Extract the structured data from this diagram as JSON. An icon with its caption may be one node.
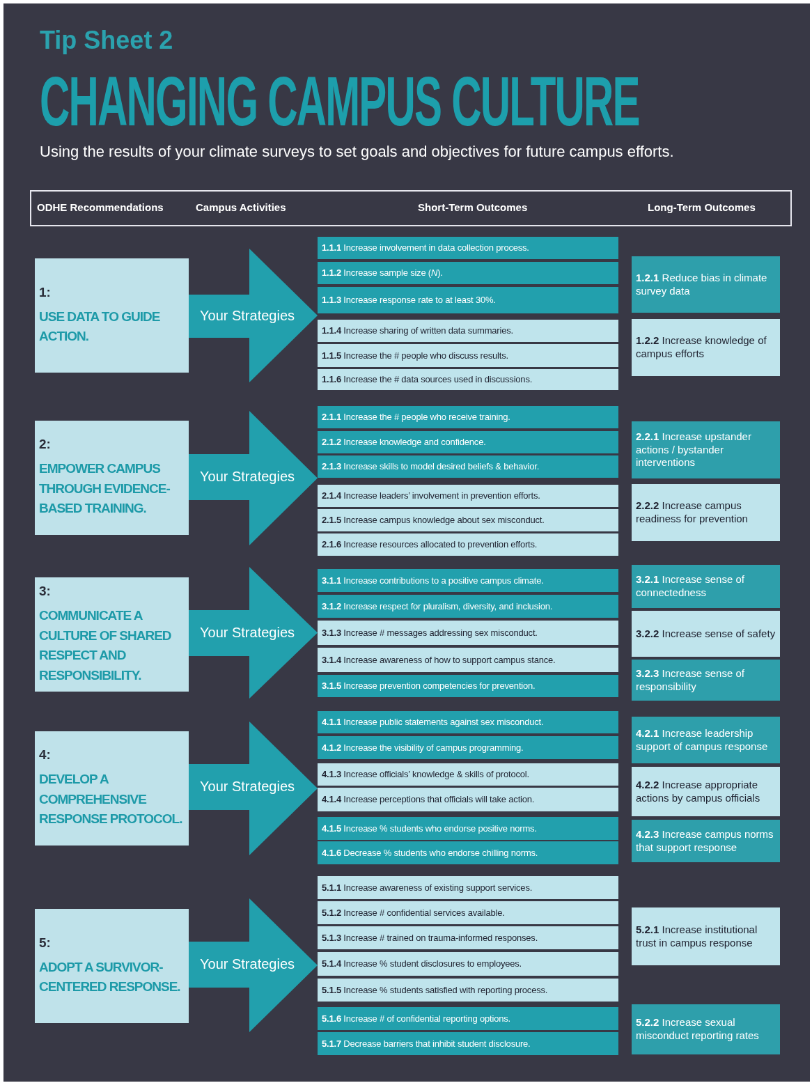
{
  "diagram": {
    "title": "CHANGING CAMPUS CULTURE",
    "nodes": [
      {
        "text": [
          "ODHE Recommendations",
          "Campus Activities",
          "Short-Term Outcomes",
          "Long-Term Outcomes"
        ]
      },
      {
        "text": [
          "1:",
          "USE DATA TO GUIDE ACTION."
        ]
      },
      {
        "text": [
          "Your Strategies"
        ]
      },
      {
        "text": [
          "**1.1.1** Increase involvement in data collection process."
        ]
      },
      {
        "text": [
          "**1.1.2** Increase sample size (*N*)."
        ]
      },
      {
        "text": [
          "**1.1.3** Increase response rate to at least 30%."
        ]
      },
      {
        "text": [
          "**1.1.4** Increase sharing of written data summaries."
        ]
      },
      {
        "text": [
          "**1.1.5** Increase the # people who discuss results."
        ]
      },
      {
        "text": [
          "**1.1.6** Increase the # data sources used in discussions."
        ]
      },
      {
        "text": [
          "**1.2.1** Reduce bias in climate survey data"
        ]
      },
      {
        "text": [
          "**1.2.2** Increase knowledge of campus efforts"
        ]
      },
      {
        "text": [
          "2:",
          "EMPOWER CAMPUS THROUGH EVIDENCE-BASED TRAINING."
        ]
      },
      {
        "text": [
          "Your Strategies"
        ]
      },
      {
        "text": [
          "**2.1.1** Increase the # people who receive training."
        ]
      },
      {
        "text": [
          "**2.1.2** Increase knowledge and confidence."
        ]
      },
      {
        "text": [
          "**2.1.3** Increase skills to model desired beliefs & behavior."
        ]
      },
      {
        "text": [
          "**2.1.4** Increase leaders’ involvement in prevention efforts."
        ]
      },
      {
        "text": [
          "**2.1.5** Increase campus knowledge about sex misconduct."
        ]
      },
      {
        "text": [
          "**2.1.6** Increase resources allocated to prevention efforts."
        ]
      },
      {
        "text": [
          "**2.2.1** Increase upstander actions / bystander interventions"
        ]
      },
      {
        "text": [
          "**2.2.2** Increase campus readiness for prevention"
        ]
      },
      {
        "text": [
          "3:",
          "COMMUNICATE A CULTURE OF SHARED RESPECT AND RESPONSIBILITY."
        ]
      },
      {
        "text": [
          "Your Strategies"
        ]
      },
      {
        "text": [
          "**3.1.1** Increase contributions to a positive campus climate."
        ]
      },
      {
        "text": [
          "**3.1.2** Increase respect for pluralism, diversity, and inclusion."
        ]
      },
      {
        "text": [
          "**3.1.3** Increase # messages addressing sex misconduct."
        ]
      },
      {
        "text": [
          "**3.1.4** Increase awareness of how to support campus stance."
        ]
      },
      {
        "text": [
          "**3.1.5** Increase prevention competencies for prevention."
        ]
      },
      {
        "text": [
          "**3.2.1** Increase sense of connectedness"
        ]
      },
      {
        "text": [
          "**3.2.2** Increase sense of safety"
        ]
      },
      {
        "text": [
          "**3.2.3** Increase sense of responsibility"
        ]
      },
      {
        "text": [
          "4:",
          "DEVELOP A COMPREHENSIVE RESPONSE PROTOCOL."
        ]
      },
      {
        "text": [
          "Your Strategies"
        ]
      },
      {
        "text": [
          "**4.1.1** Increase public statements against sex misconduct."
        ]
      },
      {
        "text": [
          "**4.1.2** Increase the visibility of campus programming."
        ]
      },
      {
        "text": [
          "**4.1.3** Increase officials’ knowledge & skills of protocol."
        ]
      },
      {
        "text": [
          "**4.1.4** Increase perceptions that officials will take action."
        ]
      },
      {
        "text": [
          "**4.1.5** Increase % students who endorse positive norms."
        ]
      },
      {
        "text": [
          "**4.1.6** Decrease % students who endorse chilling norms."
        ]
      },
      {
        "text": [
          "**4.2.1** Increase leadership support of campus response"
        ]
      },
      {
        "text": [
          "**4.2.2** Increase appropriate actions by campus officials"
        ]
      },
      {
        "text": [
          "**4.2.3** Increase campus norms that support response"
        ]
      },
      {
        "text": [
          "5:",
          "ADOPT A SURVIVOR-CENTERED RESPONSE."
        ]
      },
      {
        "text": [
          "Your Strategies"
        ]
      },
      {
        "text": [
          "**5.1.1** Increase awareness of existing support services."
        ]
      },
      {
        "text": [
          "**5.1.2** Increase # confidential services available."
        ]
      },
      {
        "text": [
          "**5.1.3** Increase # trained on trauma-informed responses."
        ]
      },
      {
        "text": [
          "**5.1.4** Increase % student disclosures to employees."
        ]
      },
      {
        "text": [
          "**5.1.5** Increase % students satisfied with reporting process."
        ]
      },
      {
        "text": [
          "**5.1.6** Increase # of confidential reporting options."
        ]
      },
      {
        "text": [
          "**5.1.7** Decrease barriers that inhibit student disclosure."
        ]
      },
      {
        "text": [
          "**5.2.1** Increase institutional trust in campus response"
        ]
      },
      {
        "text": [
          "**5.2.2** Increase sexual misconduct reporting rates"
        ]
      }
    ],
    "labels": [
      "Tip Sheet 2",
      "Using the results of your climate surveys to set goals and objectives for future campus efforts."
    ]
  }
}
